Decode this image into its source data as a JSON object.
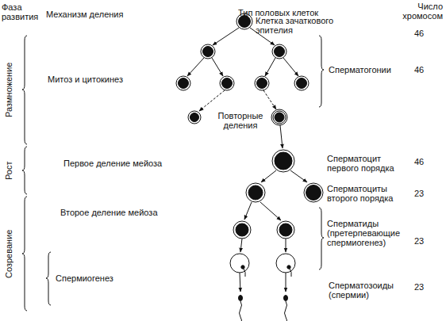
{
  "diagram": {
    "labels": [
      "Фаза развития",
      "Механизм деления",
      "Тип половых клеток",
      "Число хромосом",
      "Клетка зачаткового эпителия",
      "46",
      "Размножение",
      "Митоз и цитокинез",
      "Сперматогонии",
      "46",
      "Повторные деления",
      "Рост",
      "Сперматоцит первого порядка",
      "46",
      "Первое деление мейоза",
      "Сперматоциты второго порядка",
      "23",
      "Созревание",
      "Второе деление мейоза",
      "Сперматиды (претерпевающие спермиогенез)",
      "23",
      "Спермиогенез",
      "Сперматозоиды (спермии)",
      "23"
    ]
  }
}
